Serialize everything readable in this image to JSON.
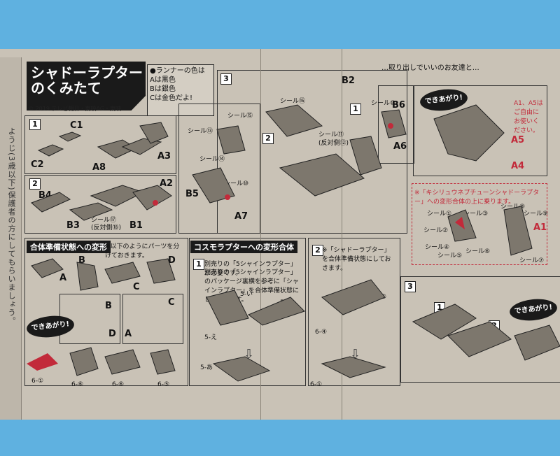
{
  "title": {
    "line1": "シャドーラプター",
    "line2": "のくみたて"
  },
  "copyright": "© 2019 テレビ朝日・東映AG・東映",
  "runner_note": [
    "●ランナーの色は",
    "Aは黒色",
    "Bは銀色",
    "Cは金色だよ!"
  ],
  "side_text": "ようじ(3歳以下)保護者の方にしてもらいましょう。",
  "steps": {
    "s1": "1",
    "s2": "2",
    "s3": "3",
    "s4": "1",
    "s5": "2",
    "s6": "3",
    "s7": "1",
    "s8": "2",
    "s9": "3"
  },
  "parts": {
    "c1": "C1",
    "c2": "C2",
    "a3": "A3",
    "a8": "A8",
    "b4": "B4",
    "b3": "B3",
    "a2": "A2",
    "b1": "B1",
    "b2": "B2",
    "b5": "B5",
    "a7": "A7",
    "b6": "B6",
    "a6": "A6",
    "a1": "A1",
    "a4": "A4",
    "a5": "A5",
    "s_b": "B",
    "s_a": "A",
    "s_c": "C",
    "s_d": "D",
    "p_b2": "B",
    "p_c2": "C",
    "p_d2": "D",
    "p_a2": "A"
  },
  "stickers": {
    "s15": "シール⑮",
    "s13": "シール⑬",
    "s14": "シール⑭",
    "s10": "シール⑩",
    "s11": "シール⑪",
    "rev12": "(反対側⑫)",
    "s16": "シール⑯",
    "s17": "シール⑰",
    "rev18": "(反対側⑱)",
    "s10b": "シール⑩",
    "s8": "シール⑧",
    "s9": "シール⑨",
    "sr1": "シール①",
    "sr2": "シール②",
    "sr3": "シール③",
    "sr4": "シール④",
    "sr5": "シール⑤",
    "sr6": "シール⑥",
    "sr7": "シール⑦"
  },
  "headers": {
    "combine_state": "合体準備状態への変形",
    "cosmo": "コスモラプターへの変形合体"
  },
  "notes": {
    "combine": "※以下のようにパーツを分けておきます。",
    "sold_sep": "別売りの「5シャインラプター」が必要です。",
    "pkg": "別売りの「5シャインラプター」のパッケージ裏横を参考に「シャインラプター」を合体準備状態にしておきます。",
    "shadow_ready": "※「シャドーラプター」を合体準備状態にしておきます。",
    "a_note": "A1、A5はご自由にお使いください。",
    "red_note": "※「キシリュウネプチューンシャドーラプター」への変形合体の上に乗ります。"
  },
  "labels": {
    "u5": "5-い",
    "u5u": "5-う",
    "u5e": "5-え",
    "u5a": "5-あ",
    "u6": "6-⑥",
    "u6a": "6-⑥",
    "u6b": "6-⑤",
    "u6c": "6-①",
    "u6d": "6-⑥",
    "u6e": "6-①",
    "u6f": "6-④"
  },
  "done_label": "できあがり!",
  "top_warning": "…取り出しでいいのお友達と…"
}
